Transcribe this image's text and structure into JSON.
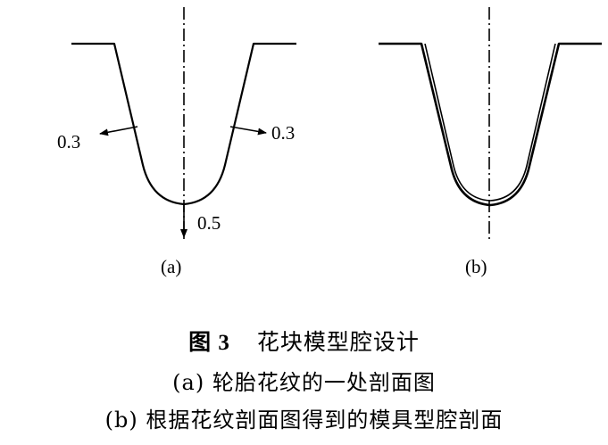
{
  "diagram_a": {
    "left_offset_label": "0.3",
    "right_offset_label": "0.3",
    "bottom_offset_label": "0.5",
    "sub_label": "(a)"
  },
  "diagram_b": {
    "sub_label": "(b)"
  },
  "caption": {
    "figure_number": "图 3",
    "figure_title": "花块模型腔设计",
    "line_a": "(a) 轮胎花纹的一处剖面图",
    "line_b": "(b) 根据花纹剖面图得到的模具型腔剖面"
  }
}
